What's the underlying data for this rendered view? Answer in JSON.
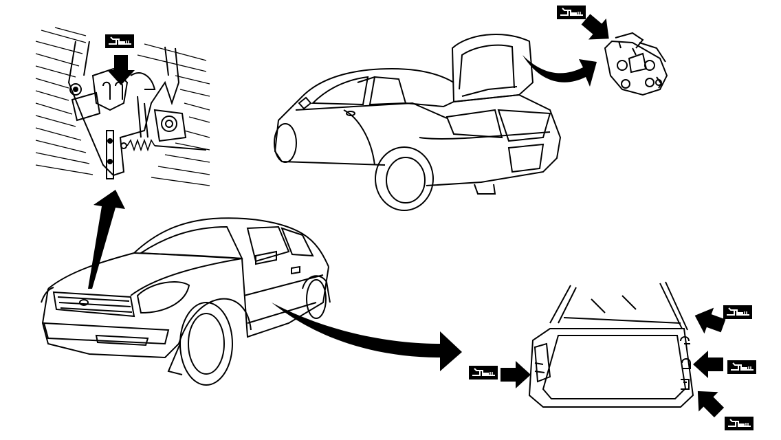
{
  "diagram": {
    "kind": "lubrication points illustration",
    "line_color": "#000000",
    "background": "#ffffff",
    "symbols": [
      {
        "name": "grease-symbol-hood-lock",
        "icon": "grease-gun-icon"
      },
      {
        "name": "grease-symbol-trunk-hinge",
        "icon": "grease-gun-icon"
      },
      {
        "name": "grease-symbol-door-hinge",
        "icon": "grease-gun-icon"
      },
      {
        "name": "grease-symbol-door-check-upper",
        "icon": "grease-gun-icon"
      },
      {
        "name": "grease-symbol-door-check-middle",
        "icon": "grease-gun-icon"
      },
      {
        "name": "grease-symbol-door-check-lower",
        "icon": "grease-gun-icon"
      }
    ]
  }
}
